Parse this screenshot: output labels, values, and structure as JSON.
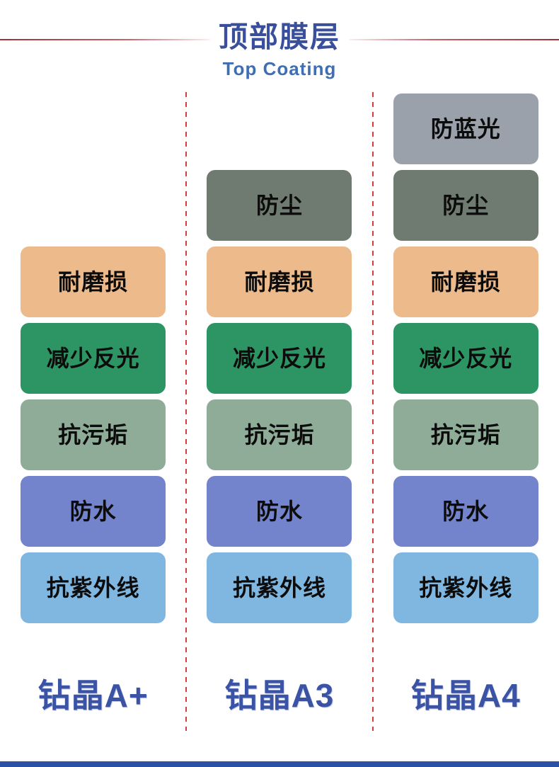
{
  "header": {
    "title": "顶部膜层",
    "subtitle": "Top Coating"
  },
  "columns": [
    {
      "name": "钻晶A+",
      "blocks": [
        {
          "label": "耐磨损",
          "color": "#ecba8b"
        },
        {
          "label": "减少反光",
          "color": "#2d9464"
        },
        {
          "label": "抗污垢",
          "color": "#8fac98"
        },
        {
          "label": "防水",
          "color": "#7383cc"
        },
        {
          "label": "抗紫外线",
          "color": "#80b7e1"
        }
      ]
    },
    {
      "name": "钻晶A3",
      "blocks": [
        {
          "label": "防尘",
          "color": "#6f7a70"
        },
        {
          "label": "耐磨损",
          "color": "#ecba8b"
        },
        {
          "label": "减少反光",
          "color": "#2d9464"
        },
        {
          "label": "抗污垢",
          "color": "#8fac98"
        },
        {
          "label": "防水",
          "color": "#7383cc"
        },
        {
          "label": "抗紫外线",
          "color": "#80b7e1"
        }
      ]
    },
    {
      "name": "钻晶A4",
      "blocks": [
        {
          "label": "防蓝光",
          "color": "#9aa1ab"
        },
        {
          "label": "防尘",
          "color": "#6f7a70"
        },
        {
          "label": "耐磨损",
          "color": "#ecba8b"
        },
        {
          "label": "减少反光",
          "color": "#2d9464"
        },
        {
          "label": "抗污垢",
          "color": "#8fac98"
        },
        {
          "label": "防水",
          "color": "#7383cc"
        },
        {
          "label": "抗紫外线",
          "color": "#80b7e1"
        }
      ]
    }
  ],
  "colors": {
    "title_blue": "#3a4f9b",
    "subtitle_blue": "#3e6fb5",
    "label_blue": "#3a53a5",
    "header_line_red": "#a5303a",
    "divider_dash_red": "#cc4040",
    "block_text": "#0c0c0c",
    "footer_blue": "#2b51a7"
  }
}
